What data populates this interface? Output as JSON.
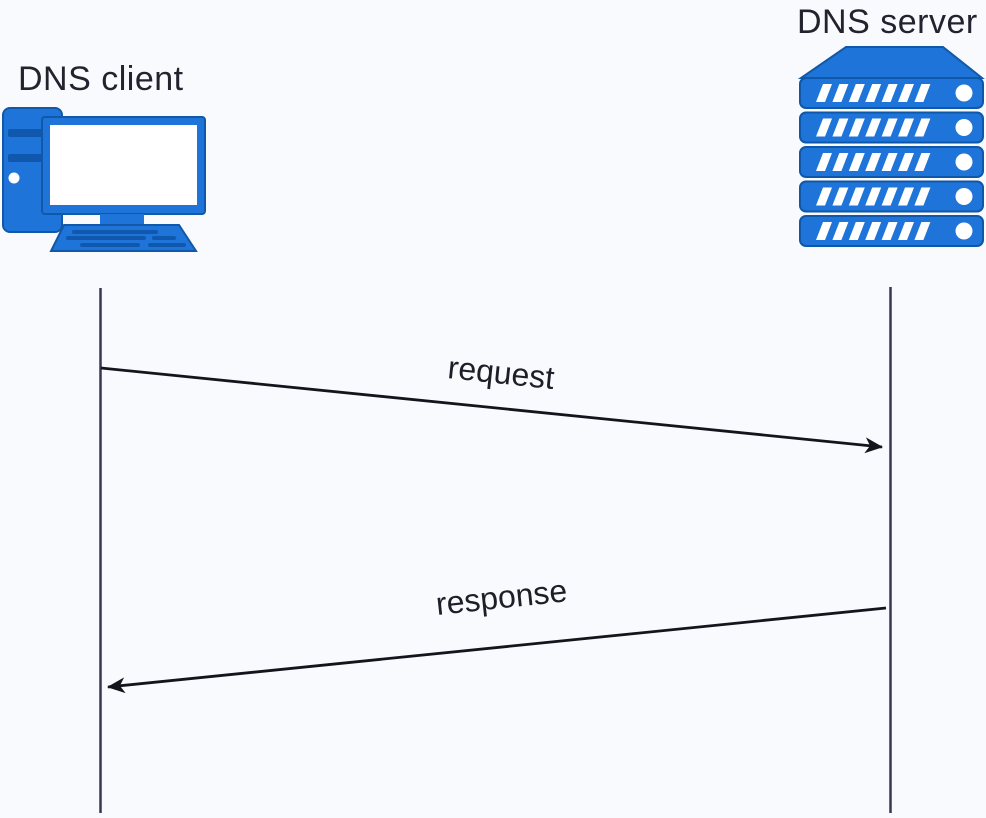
{
  "diagram": {
    "client": {
      "label": "DNS client",
      "icon": "desktop-computer-icon"
    },
    "server": {
      "label": "DNS server",
      "icon": "server-rack-icon"
    },
    "messages": [
      {
        "label": "request",
        "from": "DNS client",
        "to": "DNS server",
        "direction": "client-to-server"
      },
      {
        "label": "response",
        "from": "DNS server",
        "to": "DNS client",
        "direction": "server-to-client"
      }
    ],
    "colors": {
      "icon_blue": "#1e74d8",
      "icon_blue_dark": "#1159a8",
      "icon_detail_blue": "#1058ae",
      "arrow_black": "#15141d",
      "lifeline": "#3b3452",
      "background": "#f9fafd",
      "text": "#23222e"
    }
  }
}
